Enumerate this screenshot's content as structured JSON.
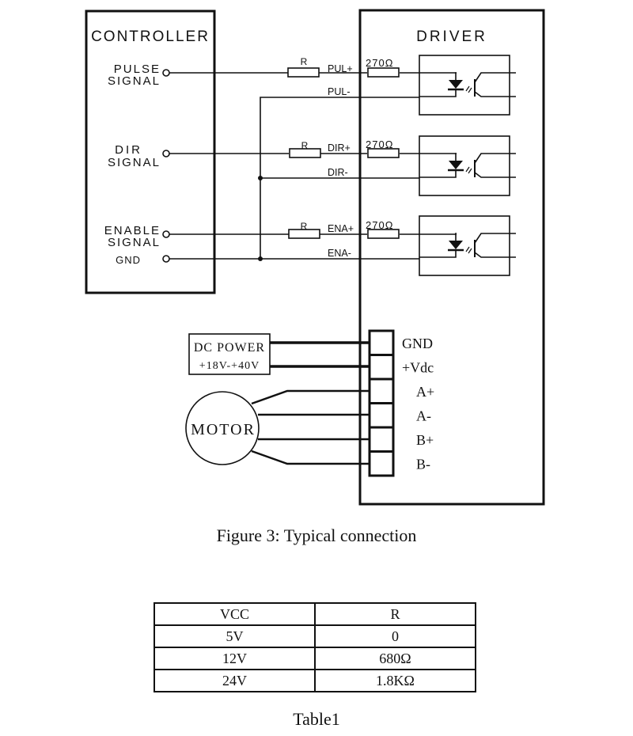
{
  "controller": {
    "title": "CONTROLLER",
    "signals": [
      {
        "line1": "PULSE",
        "line2": "SIGNAL"
      },
      {
        "line1": "DIR",
        "line2": "SIGNAL"
      },
      {
        "line1": "ENABLE",
        "line2": "SIGNAL"
      }
    ],
    "gnd_label": "GND"
  },
  "driver": {
    "title": "DRIVER",
    "inputs": [
      {
        "plus": "PUL+",
        "minus": "PUL-",
        "ext_resistor": "R",
        "int_resistor": "270Ω"
      },
      {
        "plus": "DIR+",
        "minus": "DIR-",
        "ext_resistor": "R",
        "int_resistor": "270Ω"
      },
      {
        "plus": "ENA+",
        "minus": "ENA-",
        "ext_resistor": "R",
        "int_resistor": "270Ω"
      }
    ],
    "terminals": [
      "GND",
      "+Vdc",
      "A+",
      "A-",
      "B+",
      "B-"
    ]
  },
  "power": {
    "line1": "DC POWER",
    "line2": "+18V-+40V"
  },
  "motor": {
    "label": "MOTOR"
  },
  "figure_caption": "Figure 3: Typical connection",
  "table": {
    "headers": [
      "VCC",
      "R"
    ],
    "rows": [
      [
        "5V",
        "0"
      ],
      [
        "12V",
        "680Ω"
      ],
      [
        "24V",
        "1.8KΩ"
      ]
    ],
    "caption": "Table1"
  }
}
